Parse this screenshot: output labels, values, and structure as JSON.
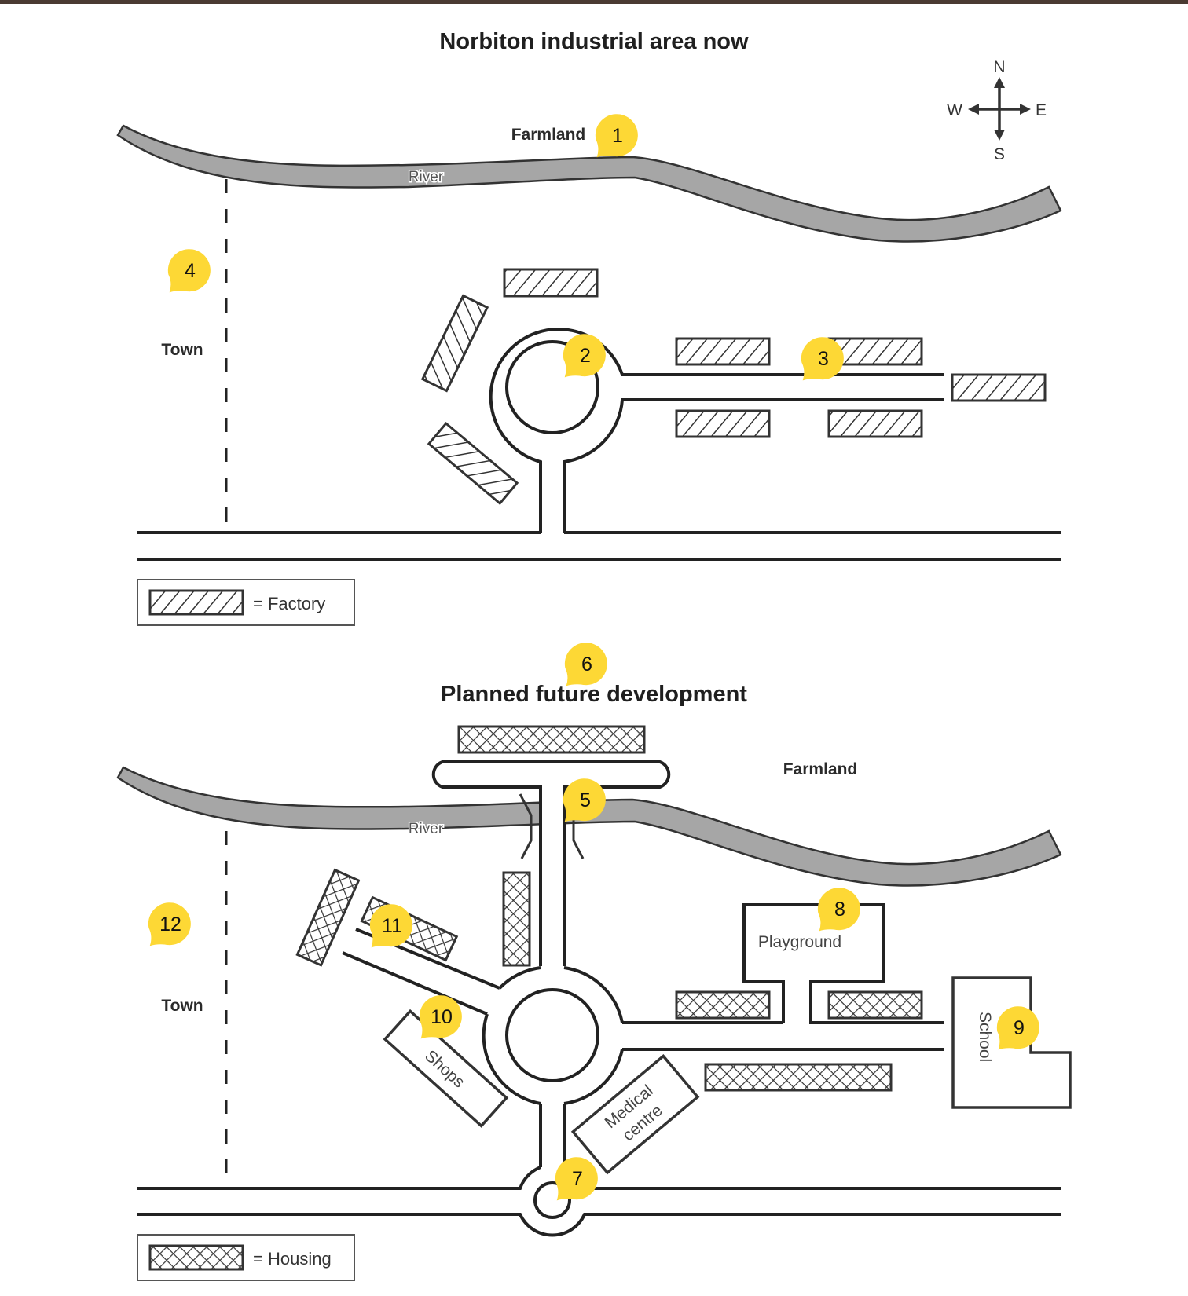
{
  "top_map": {
    "title": "Norbiton industrial area now",
    "labels": {
      "farmland": "Farmland",
      "river": "River",
      "town": "Town"
    },
    "legend": {
      "symbol": "factory-hatch",
      "text": "= Factory"
    }
  },
  "bottom_map": {
    "title": "Planned future development",
    "labels": {
      "farmland": "Farmland",
      "river": "River",
      "town": "Town",
      "playground": "Playground",
      "school": "School",
      "shops": "Shops",
      "medical_line1": "Medical",
      "medical_line2": "centre"
    },
    "legend": {
      "symbol": "housing-crosshatch",
      "text": "= Housing"
    }
  },
  "compass": {
    "n": "N",
    "s": "S",
    "e": "E",
    "w": "W"
  },
  "markers": [
    {
      "id": "1",
      "label": "1"
    },
    {
      "id": "2",
      "label": "2"
    },
    {
      "id": "3",
      "label": "3"
    },
    {
      "id": "4",
      "label": "4"
    },
    {
      "id": "5",
      "label": "5"
    },
    {
      "id": "6",
      "label": "6"
    },
    {
      "id": "7",
      "label": "7"
    },
    {
      "id": "8",
      "label": "8"
    },
    {
      "id": "9",
      "label": "9"
    },
    {
      "id": "10",
      "label": "10"
    },
    {
      "id": "11",
      "label": "11"
    },
    {
      "id": "12",
      "label": "12"
    }
  ],
  "colors": {
    "marker": "#fdd835",
    "river": "#a6a6a6",
    "ink": "#222222"
  }
}
